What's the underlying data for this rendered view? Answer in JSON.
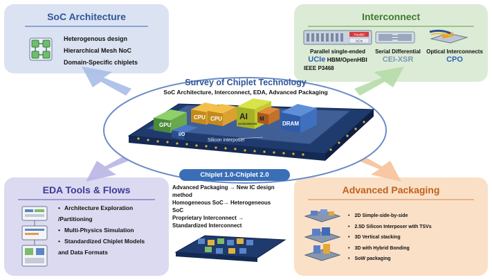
{
  "survey": {
    "title": "Survey of Chiplet Technology",
    "subtitle": "SoC Architecture, Interconnect, EDA, Advanced Packaging"
  },
  "soc_architecture": {
    "title": "SoC Architecture",
    "items": [
      "Heterogenous design",
      "Hierarchical Mesh NoC",
      "Domain-Specific chiplets"
    ]
  },
  "interconnect": {
    "title": "Interconnect",
    "columns": [
      {
        "heading": "Parallel single-ended",
        "standards": [
          "UCIe",
          "HBM/OpenHBI"
        ],
        "extra": "IEEE P3468"
      },
      {
        "heading": "Serial Differential",
        "standards": [
          "CEI-XSR"
        ]
      },
      {
        "heading": "Optical Interconnects",
        "standards": [
          "CPO"
        ]
      }
    ],
    "die_labels": [
      "Parallel",
      "UCIe"
    ]
  },
  "eda": {
    "title": "EDA Tools & Flows",
    "items": [
      {
        "text": "Architecture Exploration",
        "bullet": true
      },
      {
        "text": "/Partitioning",
        "bullet": false
      },
      {
        "text": "Multi-Physics Simulation",
        "bullet": true
      },
      {
        "text": "Standardized Chiplet Models",
        "bullet": true
      },
      {
        "text": "and Data Formats",
        "bullet": false
      }
    ]
  },
  "advanced_packaging": {
    "title": "Advanced Packaging",
    "items": [
      "2D Simple-side-by-side",
      "2.5D Silicon Interposer with TSVs",
      "3D Vertical stacking",
      "3D with Hybrid Bonding",
      "SoW packaging"
    ]
  },
  "chip": {
    "labels": [
      "GPU",
      "CPU",
      "CPU",
      "AI",
      "ACCELERATOR",
      "M",
      "DRAM",
      "I/O",
      "Silicon interposer"
    ]
  },
  "evolution": {
    "title": "Chiplet 1.0-Chiplet 2.0",
    "lines": [
      "Advanced Packaging → New IC design",
      "method",
      "Homogeneous SoC→ Heterogeneous",
      "SoC",
      "Proprietary Interconnect →",
      "Standardized Interconnect"
    ]
  },
  "colors": {
    "soc": "#2f5597",
    "interconnect": "#3e7a2c",
    "eda": "#3a3a9a",
    "advanced": "#c0621a",
    "accent": "#3a6fb7"
  }
}
